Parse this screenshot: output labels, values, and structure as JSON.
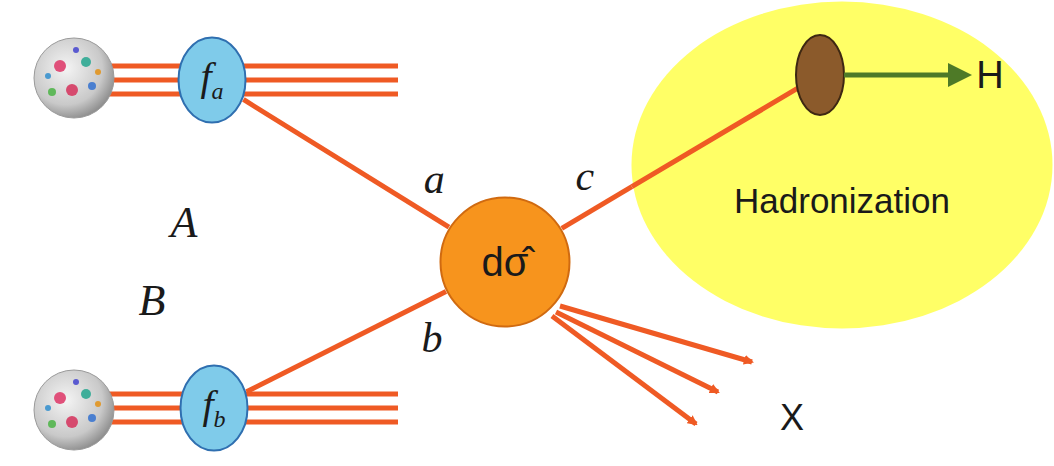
{
  "diagram": {
    "nodes": [
      {
        "text": [
          "fa"
        ]
      },
      {
        "text": [
          "fb"
        ]
      },
      {
        "text": [
          "dσ̂"
        ]
      },
      {
        "text": [
          "Hadronization"
        ]
      }
    ],
    "edges": [
      {
        "from": 0,
        "to": 2,
        "arrow": "none",
        "label": "a"
      },
      {
        "from": 1,
        "to": 2,
        "arrow": "none",
        "label": "b"
      },
      {
        "from": 2,
        "to": 3,
        "arrow": "none",
        "label": "c"
      }
    ],
    "labels": [
      "A",
      "B",
      "H",
      "X"
    ]
  }
}
